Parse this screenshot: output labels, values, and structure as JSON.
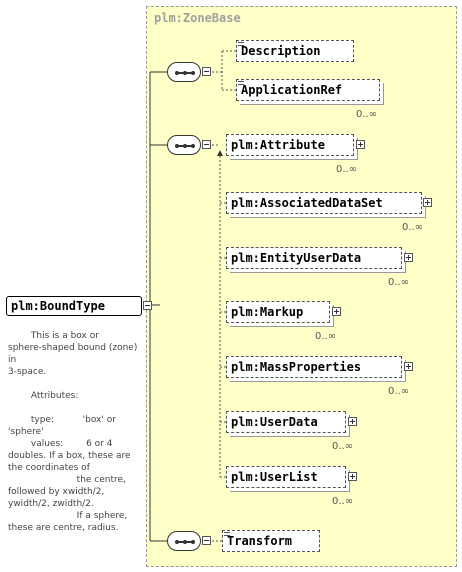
{
  "root": {
    "label": "plm:BoundType"
  },
  "group": {
    "title": "plm:ZoneBase"
  },
  "elements": [
    {
      "label": "Description",
      "cardinality": ""
    },
    {
      "label": "ApplicationRef",
      "cardinality": "0..∞"
    },
    {
      "label": "plm:Attribute",
      "cardinality": "0..∞"
    },
    {
      "label": "plm:AssociatedDataSet",
      "cardinality": "0..∞"
    },
    {
      "label": "plm:EntityUserData",
      "cardinality": "0..∞"
    },
    {
      "label": "plm:Markup",
      "cardinality": "0..∞"
    },
    {
      "label": "plm:MassProperties",
      "cardinality": "0..∞"
    },
    {
      "label": "plm:UserData",
      "cardinality": "0..∞"
    },
    {
      "label": "plm:UserList",
      "cardinality": "0..∞"
    },
    {
      "label": "Transform",
      "cardinality": ""
    }
  ],
  "documentation": "        This is a box or\nsphere-shaped bound (zone) in\n3-space.\n\n        Attributes:\n\n        type:          'box' or\n'sphere'\n        values:        6 or 4\ndoubles. If a box, these are\nthe coordinates of\n                        the centre,\nfollowed by xwidth/2,\nywidth/2, zwidth/2.\n                        If a sphere,\nthese are centre, radius."
}
